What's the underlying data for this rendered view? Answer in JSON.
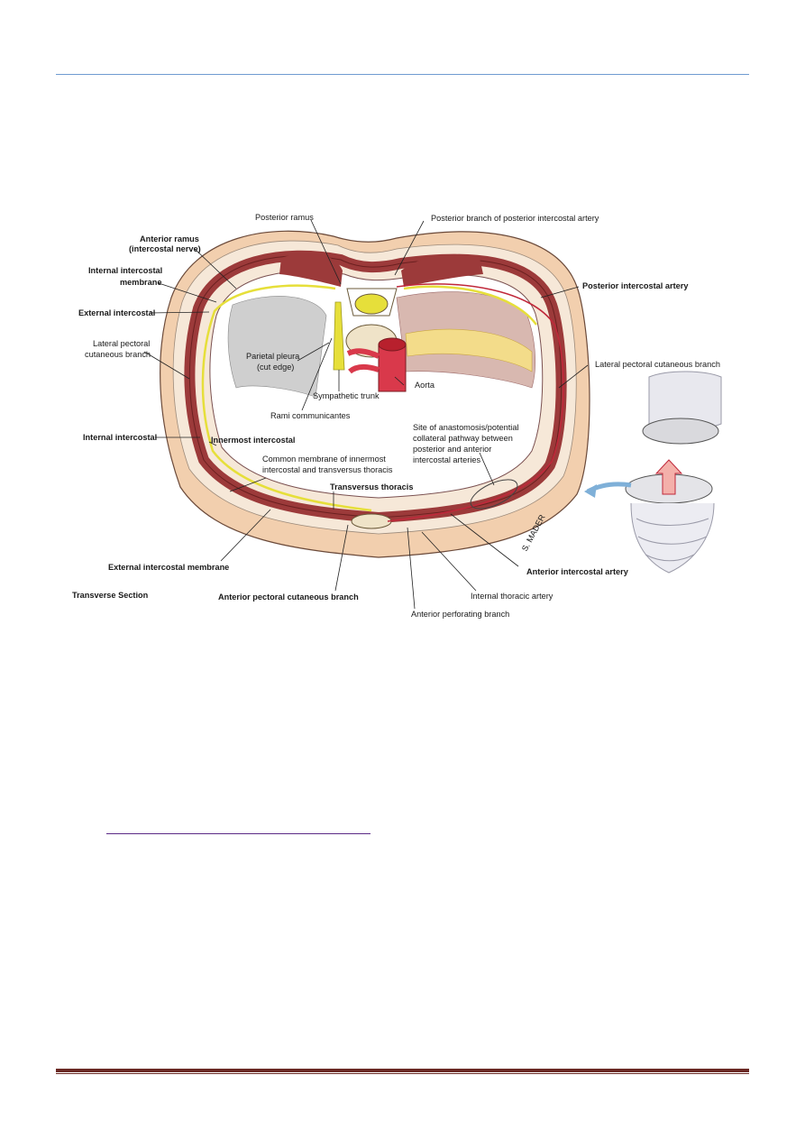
{
  "figure": {
    "section_title": "Transverse Section",
    "signature": "S. MADER",
    "colors": {
      "muscle": "#9c3a3a",
      "skin": "#f2cfae",
      "nerve": "#e6df3a",
      "artery": "#d9394b",
      "pleura": "#cfcfcf",
      "link": "#5b2a86",
      "footer": "#6b2a25",
      "header": "#6f9bd1"
    },
    "labels": {
      "posterior_ramus": "Posterior ramus",
      "posterior_branch": "Posterior branch of posterior intercostal artery",
      "anterior_ramus_1": "Anterior ramus",
      "anterior_ramus_2": "(intercostal nerve)",
      "internal_membrane_1": "Internal intercostal",
      "internal_membrane_2": "membrane",
      "external_intercostal": "External intercostal",
      "lateral_pectoral_left_1": "Lateral pectoral",
      "lateral_pectoral_left_2": "cutaneous branch",
      "parietal_pleura_1": "Parietal pleura",
      "parietal_pleura_2": "(cut edge)",
      "sympathetic_trunk": "Sympathetic trunk",
      "aorta": "Aorta",
      "rami_communicantes": "Rami communicantes",
      "posterior_intercostal_artery": "Posterior intercostal artery",
      "lateral_pectoral_right": "Lateral pectoral cutaneous branch",
      "internal_intercostal": "Internal intercostal",
      "innermost_intercostal": "Innermost intercostal",
      "anastomosis_1": "Site of anastomosis/potential",
      "anastomosis_2": "collateral pathway between",
      "anastomosis_3": "posterior and anterior",
      "anastomosis_4": "intercostal arteries",
      "common_membrane_1": "Common membrane of innermost",
      "common_membrane_2": "intercostal and transversus thoracis",
      "transversus_thoracis": "Transversus thoracis",
      "external_membrane": "External intercostal membrane",
      "anterior_intercostal_artery": "Anterior intercostal artery",
      "internal_thoracic_artery": "Internal thoracic artery",
      "anterior_pectoral": "Anterior pectoral cutaneous branch",
      "anterior_perforating": "Anterior perforating branch"
    }
  }
}
